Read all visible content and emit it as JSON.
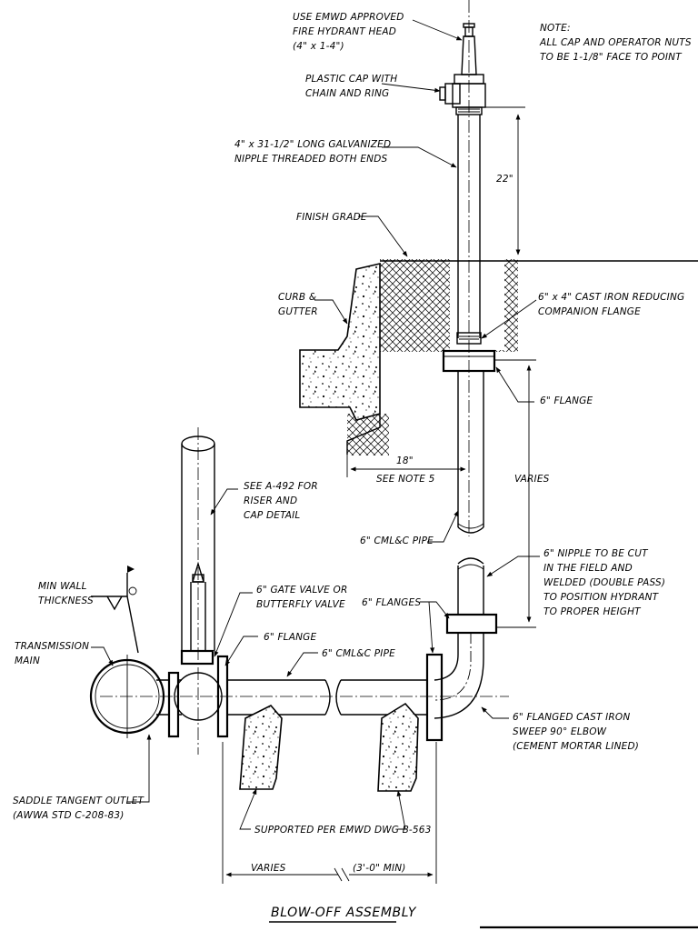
{
  "title": "BLOW-OFF ASSEMBLY",
  "note": {
    "heading": "NOTE:",
    "lines": [
      "ALL CAP AND OPERATOR NUTS",
      "TO BE 1-1/8\" FACE TO POINT"
    ]
  },
  "labels": {
    "hydrant_head": [
      "USE EMWD APPROVED",
      "FIRE HYDRANT HEAD",
      "(4\" x 1-4\")"
    ],
    "plastic_cap": [
      "PLASTIC CAP WITH",
      "CHAIN AND RING"
    ],
    "nipple": [
      "4\" x 31-1/2\" LONG GALVANIZED",
      "NIPPLE THREADED BOTH ENDS"
    ],
    "dim_22": "22\"",
    "finish_grade": "FINISH GRADE",
    "curb": [
      "CURB &",
      "GUTTER"
    ],
    "reducing_flange": [
      "6\" x 4\" CAST IRON REDUCING",
      "COMPANION FLANGE"
    ],
    "flange_upper": "6\" FLANGE",
    "dim_18": "18\"",
    "see_note_5": "SEE NOTE 5",
    "varies_vertical": "VARIES",
    "see_a492": [
      "SEE A-492 FOR",
      "RISER AND",
      "CAP DETAIL"
    ],
    "cml_pipe_upper": "6\" CML&C PIPE",
    "nipple_cut": [
      "6\" NIPPLE TO BE CUT",
      "IN THE FIELD AND",
      "WELDED (DOUBLE PASS)",
      "TO POSITION HYDRANT",
      "TO PROPER HEIGHT"
    ],
    "min_wall": [
      "MIN WALL",
      "THICKNESS"
    ],
    "gate_valve": [
      "6\" GATE VALVE OR",
      "BUTTERFLY VALVE"
    ],
    "flanges": "6\" FLANGES",
    "flange_lower": "6\" FLANGE",
    "cml_pipe_lower": "6\" CML&C PIPE",
    "transmission_main": [
      "TRANSMISSION",
      "MAIN"
    ],
    "elbow": [
      "6\" FLANGED CAST IRON",
      "SWEEP 90° ELBOW",
      "(CEMENT MORTAR LINED)"
    ],
    "saddle": [
      "SADDLE TANGENT OUTLET",
      "(AWWA STD C-208-83)"
    ],
    "supported": "SUPPORTED PER EMWD DWG B-563",
    "varies_bottom": "VARIES",
    "min_3ft": "(3'-0\" MIN)"
  }
}
